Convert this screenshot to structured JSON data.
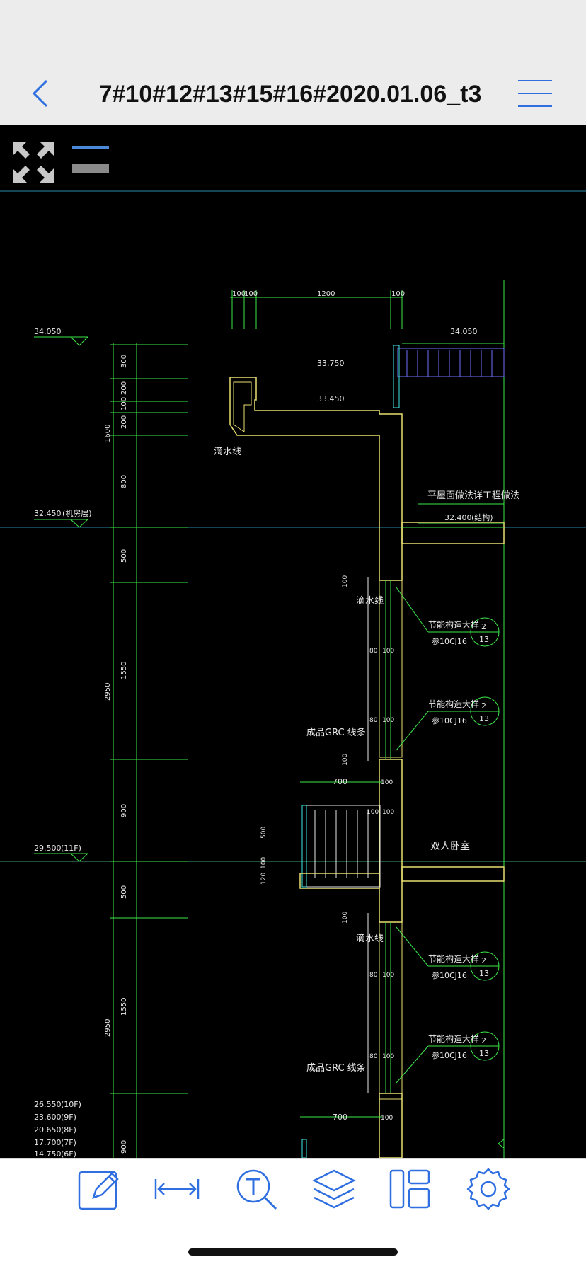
{
  "header": {
    "title": "7#10#12#13#15#16#2020.01.06_t3",
    "back_icon": "chevron-left-icon",
    "menu_icon": "hamburger-menu-icon"
  },
  "toolbar_top": {
    "expand_icon": "expand-arrows-icon",
    "line_icon": "line-weight-icon"
  },
  "drawing": {
    "dims_top": [
      "100",
      "100",
      "1200",
      "100"
    ],
    "elev_34050": "34.050",
    "elev_34050_right": "34.050",
    "elev_33750": "33.750",
    "elev_33450": "33.450",
    "elev_32450": "32.450",
    "label_machine_room": "(机房层)",
    "elev_32400": "32.400",
    "label_structure": "(结构)",
    "roof_note": "平屋面做法详工程做法",
    "drip_line_1": "滴水线",
    "drip_line_2": "滴水线",
    "drip_line_3": "滴水线",
    "energy_note_1": "节能构造大样",
    "energy_ref_1": "参10CJ16",
    "energy_note_2": "节能构造大样",
    "energy_ref_2": "参10CJ16",
    "energy_note_3": "节能构造大样",
    "energy_ref_3": "参10CJ16",
    "energy_note_4": "节能构造大样",
    "energy_ref_4": "参10CJ16",
    "callout_top": "2",
    "callout_bottom": "13",
    "grc_1": "成品GRC 线条",
    "grc_2": "成品GRC 线条",
    "bedroom": "双人卧室",
    "elev_29500": "29.500",
    "label_11f": "(11F)",
    "dim_700_1": "700",
    "dim_700_2": "700",
    "left_dims": [
      "300",
      "200",
      "100",
      "200",
      "1600",
      "800",
      "500",
      "1550",
      "2950",
      "900",
      "500",
      "1550",
      "2950",
      "900"
    ],
    "small_dims": [
      "100",
      "80",
      "100",
      "80",
      "100",
      "100",
      "100",
      "100",
      "100",
      "80",
      "100",
      "80",
      "100",
      "100",
      "100"
    ],
    "railing_dims": [
      "500",
      "120",
      "100"
    ],
    "floor_levels": [
      {
        "elev": "26.550",
        "floor": "(10F)"
      },
      {
        "elev": "23.600",
        "floor": "(9F)"
      },
      {
        "elev": "20.650",
        "floor": "(8F)"
      },
      {
        "elev": "17.700",
        "floor": "(7F)"
      },
      {
        "elev": "14.750",
        "floor": "(6F)"
      }
    ]
  },
  "bottom_toolbar": {
    "items": [
      {
        "icon": "edit-pencil-icon"
      },
      {
        "icon": "measure-icon"
      },
      {
        "icon": "text-search-icon"
      },
      {
        "icon": "layers-icon"
      },
      {
        "icon": "layout-icon"
      },
      {
        "icon": "settings-gear-icon"
      }
    ]
  },
  "colors": {
    "accent": "#2f6fe0",
    "cad_green": "#3ce84a",
    "cad_yellow": "#e8e070",
    "cad_cyan": "#40e8e8",
    "cad_blue": "#6f6fff"
  }
}
